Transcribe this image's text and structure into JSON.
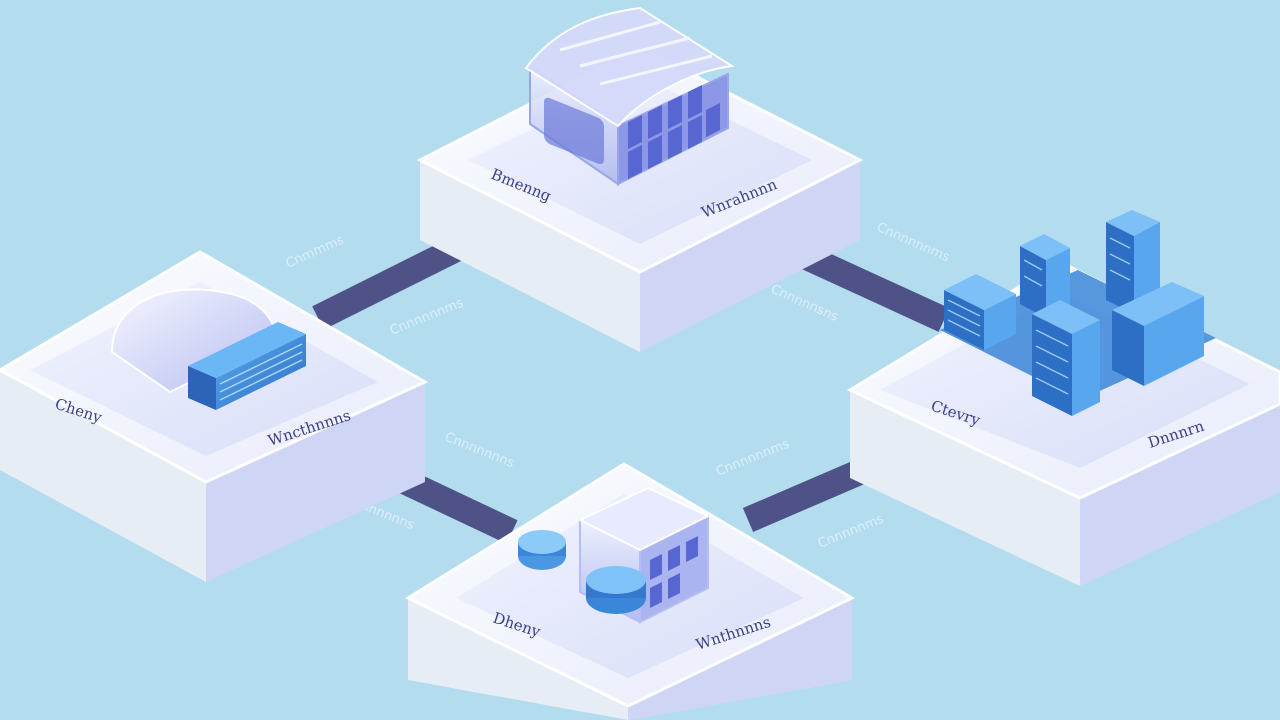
{
  "colors": {
    "background": "#b4dcef",
    "connector": "#4f5287",
    "plate_top": "#f5f7ff",
    "plate_inner": "#e3e7fb",
    "plate_side_left": "#e6ecf4",
    "plate_side_right": "#cfd5f4",
    "label_text": "#3b3f86",
    "server_blue": "#3a86d8",
    "glass_violet": "#aab4f0"
  },
  "nodes": [
    {
      "id": "top",
      "icon": "greenhouse-icon",
      "labels": {
        "left": "Bmenng",
        "right": "Wnrahnnn"
      }
    },
    {
      "id": "left",
      "icon": "warehouse-server-icon",
      "labels": {
        "left": "Cheny",
        "right": "Wncthnnns"
      }
    },
    {
      "id": "right",
      "icon": "server-towers-icon",
      "labels": {
        "left": "Ctevry",
        "right": "Dnnnrn"
      }
    },
    {
      "id": "bottom",
      "icon": "storage-building-icon",
      "labels": {
        "left": "Dheny",
        "right": "Wnthnnns"
      }
    }
  ],
  "connections": [
    {
      "from": "top",
      "to": "left"
    },
    {
      "from": "top",
      "to": "right"
    },
    {
      "from": "left",
      "to": "bottom"
    },
    {
      "from": "bottom",
      "to": "right"
    }
  ],
  "ghost_labels": [
    "Cnmmms",
    "Cnnnnnnms",
    "Cnnnnnnms",
    "Cnnnnnsns",
    "Cnnnnnnns",
    "Cnnnnnnns",
    "Cnnnnnnms",
    "Cnnnnnms"
  ]
}
